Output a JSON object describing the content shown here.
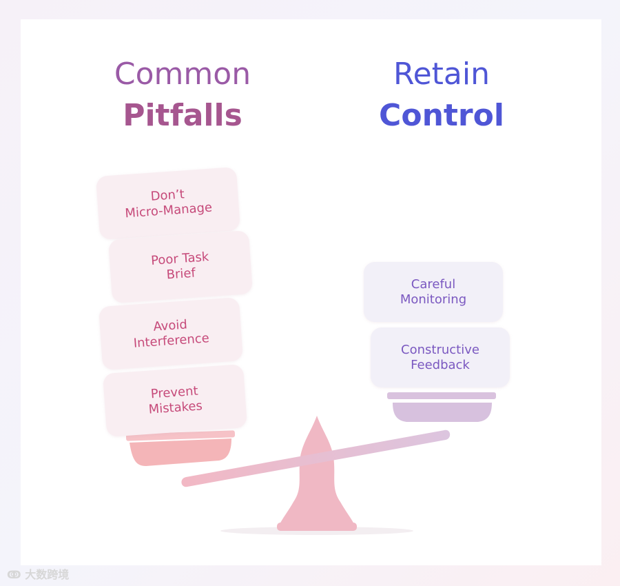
{
  "left_column": {
    "title_line1": "Common",
    "title_line2": "Pitfalls",
    "items": [
      {
        "label": "Don’t\nMicro-Manage"
      },
      {
        "label": "Poor Task\nBrief"
      },
      {
        "label": "Avoid\nInterference"
      },
      {
        "label": "Prevent\nMistakes"
      }
    ]
  },
  "right_column": {
    "title_line1": "Retain",
    "title_line2": "Control",
    "items": [
      {
        "label": "Careful\nMonitoring"
      },
      {
        "label": "Constructive\nFeedback"
      }
    ]
  },
  "watermark": {
    "text": "大数跨境"
  },
  "colors": {
    "pitfalls_accent": "#a6568f",
    "control_accent": "#4f56d6",
    "scale_pink": "#f2b8c4",
    "scale_purple": "#d9c2de"
  }
}
